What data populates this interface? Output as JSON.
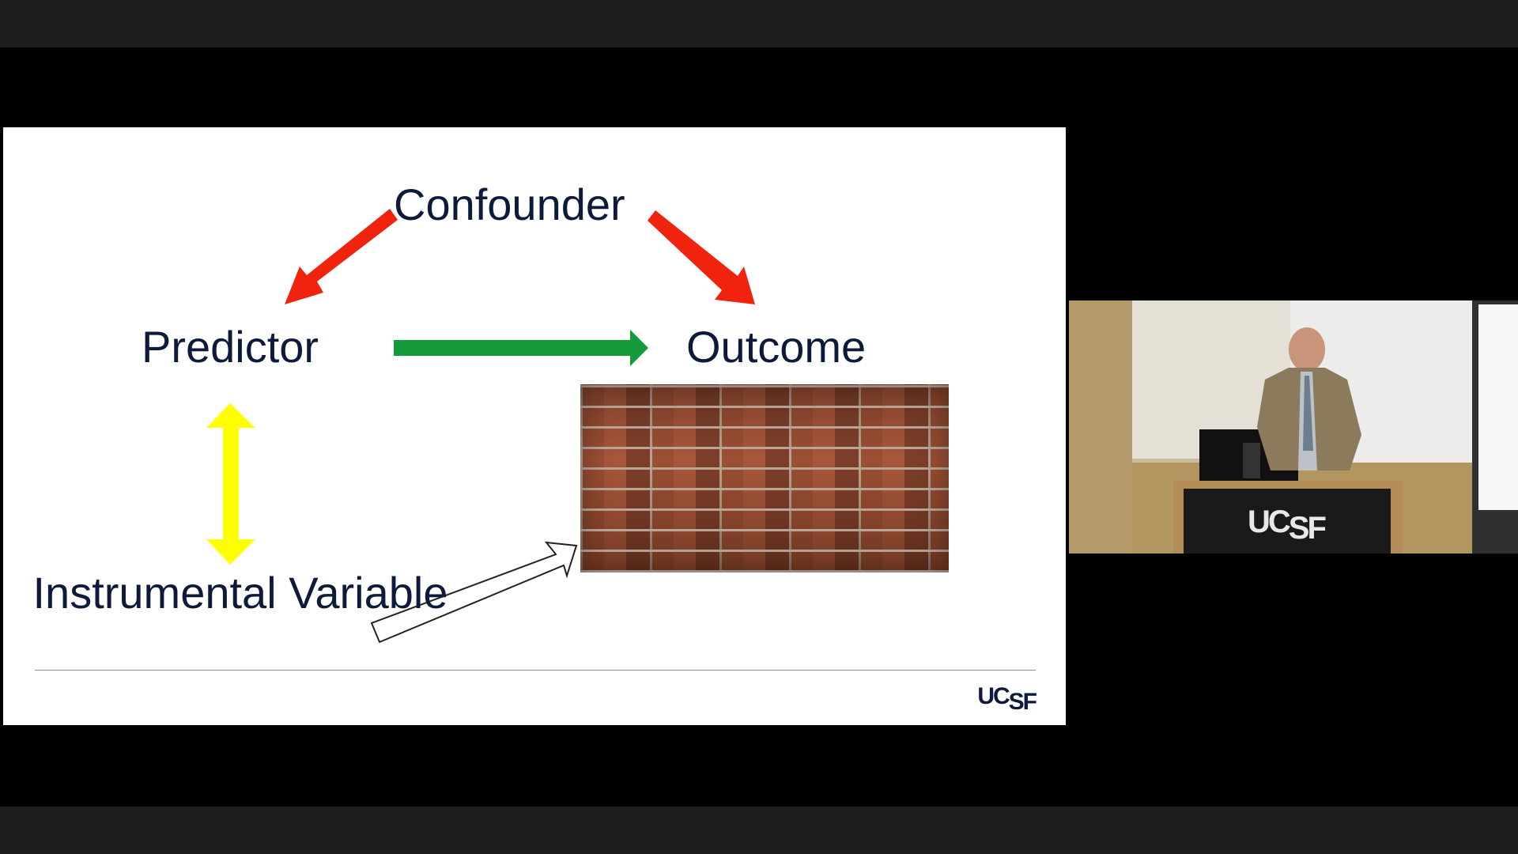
{
  "slide": {
    "confounder": "Confounder",
    "predictor": "Predictor",
    "outcome": "Outcome",
    "instrumental": "Instrumental Variable",
    "logo_main": "UC",
    "logo_sub": "SF"
  },
  "webcam": {
    "podium_logo_main": "UC",
    "podium_logo_sub": "SF"
  },
  "colors": {
    "red_arrow": "#f0230f",
    "green_arrow": "#149a3a",
    "yellow_arrow": "#ffff00",
    "text": "#0e1a3a"
  }
}
